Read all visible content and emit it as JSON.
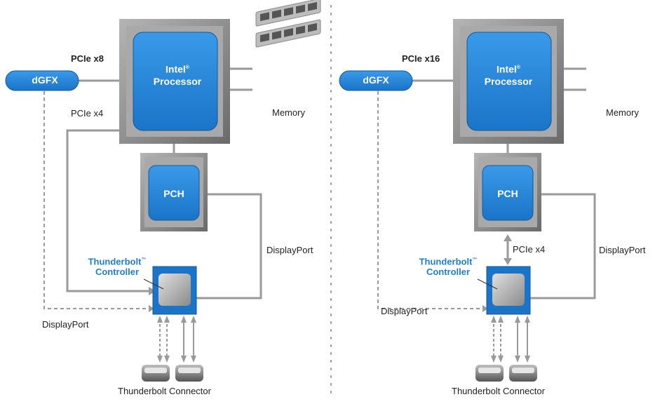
{
  "diagrams": [
    {
      "name": "left",
      "pcie_top_label": "PCIe x8",
      "pcie_side_label": "PCIe x4",
      "pcie_pch_label": "",
      "dgfx_label": "dGFX",
      "processor_label_line1": "Intel",
      "processor_label_mark": "®",
      "processor_label_line2": "Processor",
      "memory_label": "Memory",
      "pch_label": "PCH",
      "displayport_right_label": "DisplayPort",
      "displayport_left_label": "DisplayPort",
      "controller_label_line1": "Thunderbolt",
      "controller_label_mark": "™",
      "controller_label_line2": "Controller",
      "connector_label": "Thunderbolt Connector"
    },
    {
      "name": "right",
      "pcie_top_label": "PCIe x16",
      "pcie_side_label": "",
      "pcie_pch_label": "PCIe x4",
      "dgfx_label": "dGFX",
      "processor_label_line1": "Intel",
      "processor_label_mark": "®",
      "processor_label_line2": "Processor",
      "memory_label": "Memory",
      "pch_label": "PCH",
      "displayport_right_label": "DisplayPort",
      "displayport_left_label": "DisplayPort",
      "controller_label_line1": "Thunderbolt",
      "controller_label_mark": "™",
      "controller_label_line2": "Controller",
      "connector_label": "Thunderbolt Connector"
    }
  ],
  "colors": {
    "chip_blue": "#1a74c8",
    "chip_blue_light": "#3a9ae8",
    "frame_gray": "#8d8d8d",
    "frame_dark": "#6a6a6a",
    "line_gray": "#9a9a9a",
    "accent_blue_text": "#1e7fd0"
  }
}
